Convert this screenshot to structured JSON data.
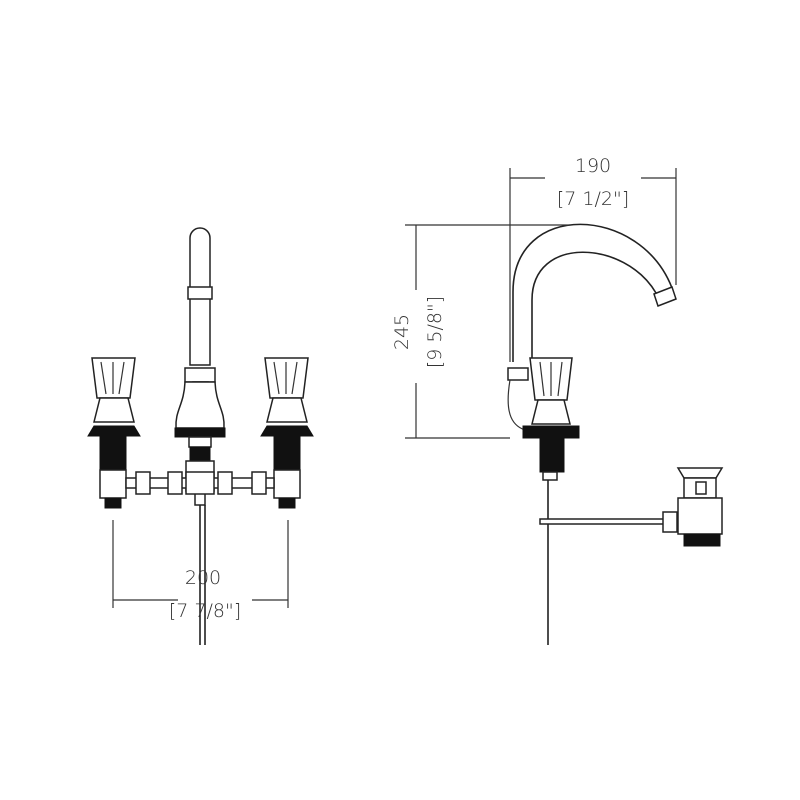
{
  "diagram": {
    "front_view": {
      "width_dimension": {
        "mm": "200",
        "inches": "[7 7/8\"]"
      }
    },
    "side_view": {
      "reach_dimension": {
        "mm": "190",
        "inches": "[7 1/2\"]"
      },
      "height_dimension": {
        "mm": "245",
        "inches": "[9 5/8\"]"
      }
    }
  }
}
